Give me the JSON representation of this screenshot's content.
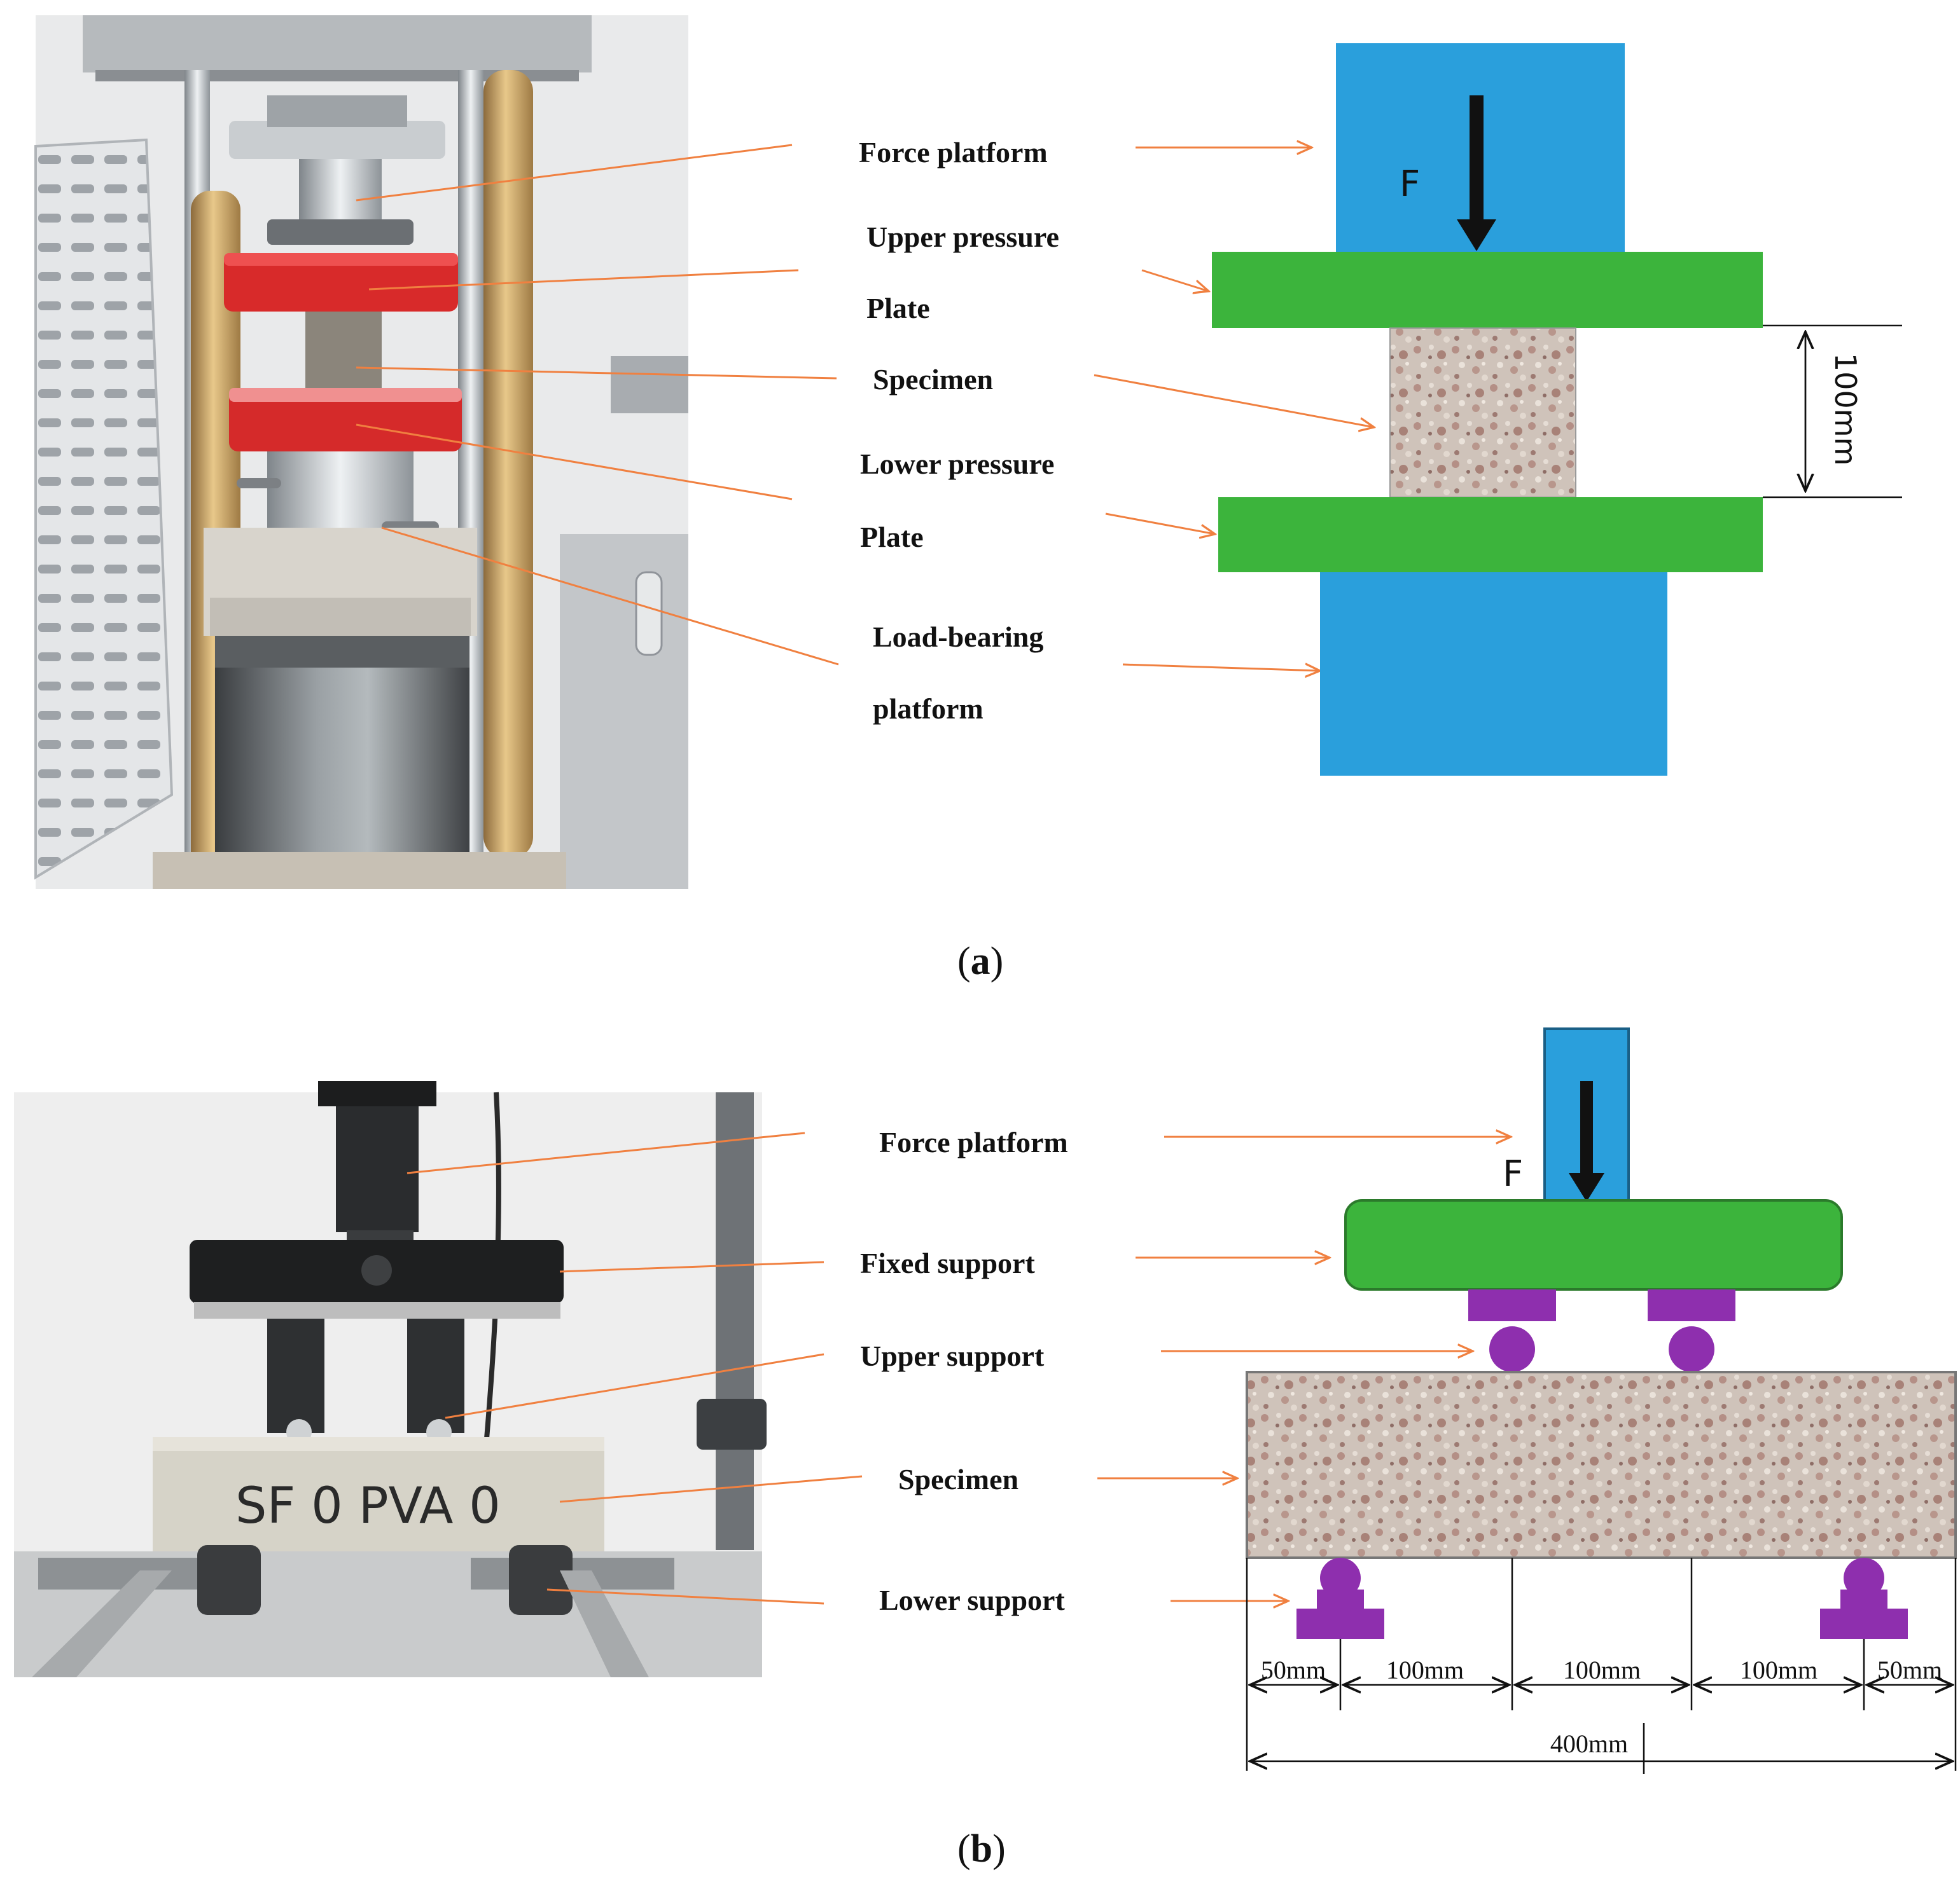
{
  "panel_a": {
    "caption_letter": "a",
    "labels": {
      "force_platform": "Force platform",
      "upper_pressure_1": "Upper pressure",
      "upper_pressure_2": "Plate",
      "specimen": "Specimen",
      "lower_pressure_1": "Lower pressure",
      "lower_pressure_2": "Plate",
      "load_bearing_1": "Load-bearing",
      "load_bearing_2": "platform"
    },
    "force_symbol": "F",
    "height_dimension": "100mm"
  },
  "panel_b": {
    "caption_letter": "b",
    "labels": {
      "force_platform": "Force platform",
      "fixed_support": "Fixed support",
      "upper_support": "Upper support",
      "specimen": "Specimen",
      "lower_support": "Lower support"
    },
    "force_symbol": "F",
    "spans": [
      "50mm",
      "100mm",
      "100mm",
      "100mm",
      "50mm"
    ],
    "total_span": "400mm",
    "photo_marking": "SF 0  PVA 0"
  },
  "colors": {
    "platform_blue": "#2a9fdc",
    "plate_green": "#3cb43c",
    "support_purple": "#8e2fae",
    "leader_orange": "#f08040",
    "press_red": "#d82a2a"
  }
}
